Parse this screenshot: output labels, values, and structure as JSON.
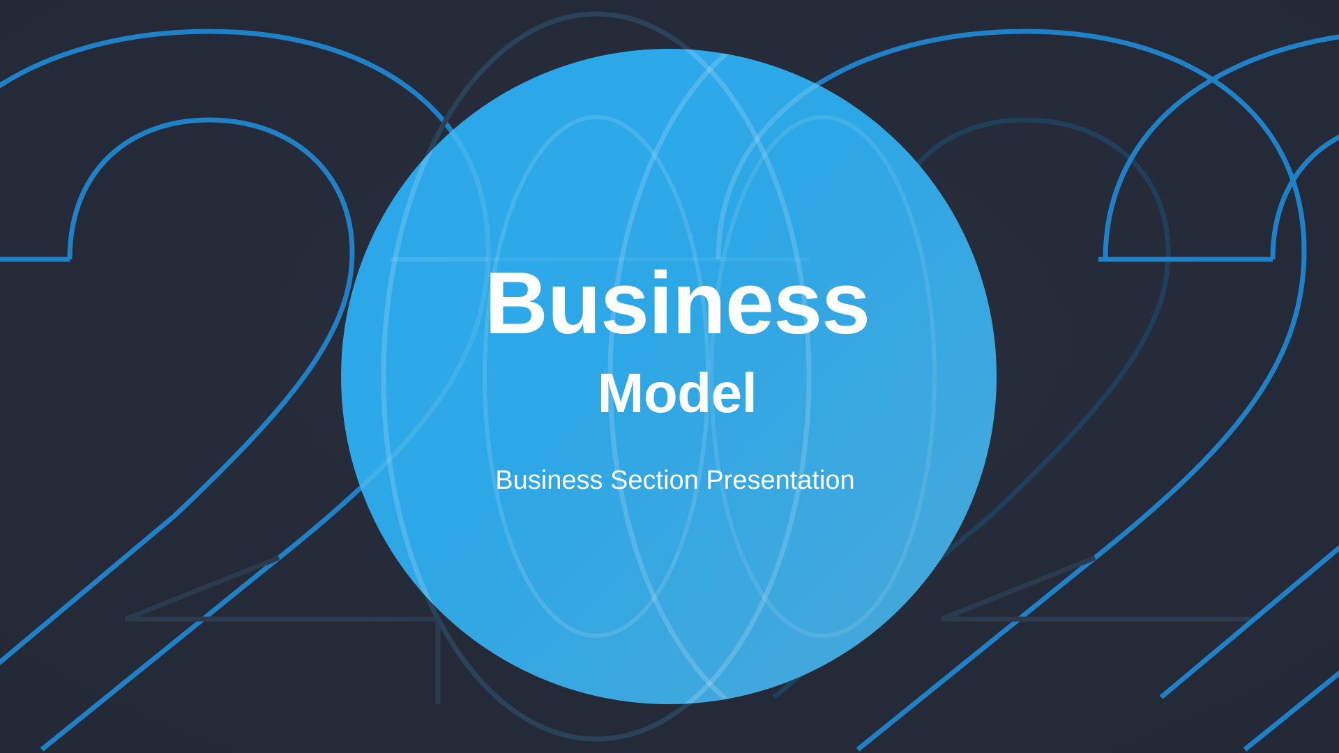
{
  "slide": {
    "kind": "presentation-title-slide",
    "year_decoration": "2022",
    "background_color": "#252b38",
    "accent_color": "#2ba7e8",
    "outline_color": "#1f82c8",
    "text_color": "#ffffff"
  },
  "title": {
    "line1": "Business",
    "line2": "Model"
  },
  "subtitle": {
    "text": "Business Section Presentation"
  },
  "decoration": {
    "digit_left": "2",
    "digit_mid_left": "0",
    "digit_mid_right": "2",
    "digit_right": "2"
  }
}
